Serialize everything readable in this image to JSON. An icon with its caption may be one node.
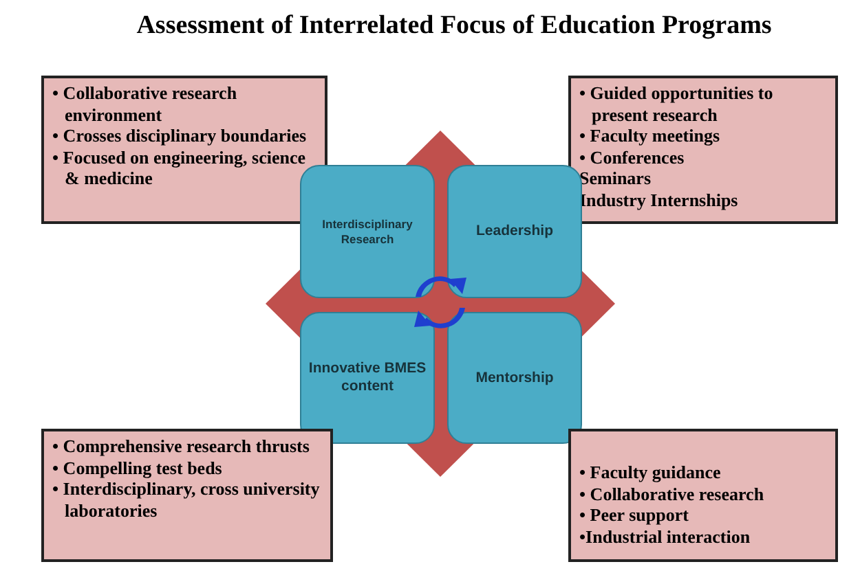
{
  "diagram": {
    "title": "Assessment of Interrelated Focus of Education Programs",
    "nodes": [
      {
        "text": [
          "• Collaborative research environment",
          "• Crosses disciplinary boundaries",
          "• Focused on engineering, science & medicine"
        ]
      },
      {
        "text": [
          "• Guided opportunities to present research",
          "• Faculty meetings",
          "• Conferences",
          "Seminars",
          "Industry Internships"
        ]
      },
      {
        "text": [
          "Interdisciplinary Research"
        ]
      },
      {
        "text": [
          "Leadership"
        ]
      },
      {
        "text": [
          "Innovative BMES content"
        ]
      },
      {
        "text": [
          "Mentorship"
        ]
      },
      {
        "text": [
          "• Comprehensive research thrusts",
          "• Compelling test beds",
          "• Interdisciplinary, cross university laboratories"
        ]
      },
      {
        "text": [
          "• Faculty guidance",
          "• Collaborative research",
          "• Peer support",
          "•Industrial interaction"
        ]
      }
    ]
  }
}
